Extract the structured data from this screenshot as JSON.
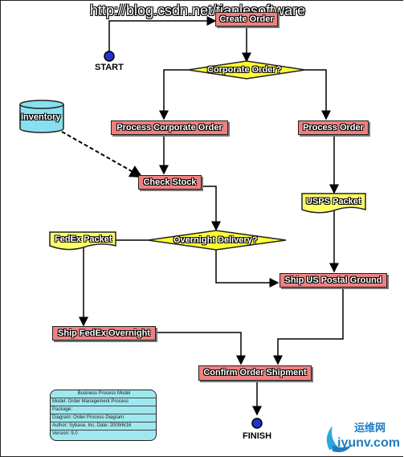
{
  "watermark": "http://blog.csdn.net/tianlesoftware",
  "nodes": {
    "create_order": "Create Order",
    "corporate_order": "Corporate Order?",
    "process_corporate_order": "Process Corporate Order",
    "process_order": "Process Order",
    "inventory": "Inventory",
    "check_stock": "Check Stock",
    "usps_packet": "USPS Packet",
    "fedex_packet": "FedEx Packet",
    "overnight_delivery": "Overnight Delivery?",
    "ship_us_postal_ground": "Ship US Postal Ground",
    "ship_fedex_overnight": "Ship FedEx Overnight",
    "confirm_order_shipment": "Confirm Order Shipment",
    "start": "START",
    "finish": "FINISH"
  },
  "metadata_box": {
    "title": "Business Process Model",
    "model": "Model: Order Management Process",
    "package": "Package:",
    "diagram": "Diagram: Order Process Diagram",
    "author_date": "Author: Sybase, Inc.      Date: 2009/6/16",
    "version": "Version: 9.0"
  },
  "corner_logo": {
    "line1": "运维网",
    "line2": "iyunv.com"
  },
  "colors": {
    "process_fill": "#f08080",
    "decision_fill": "#ffff33",
    "document_fill": "#ffff66",
    "datastore_fill": "#88e0ee",
    "endpoint_fill": "#2233cc",
    "meta_fill": "#9fe8ef"
  }
}
